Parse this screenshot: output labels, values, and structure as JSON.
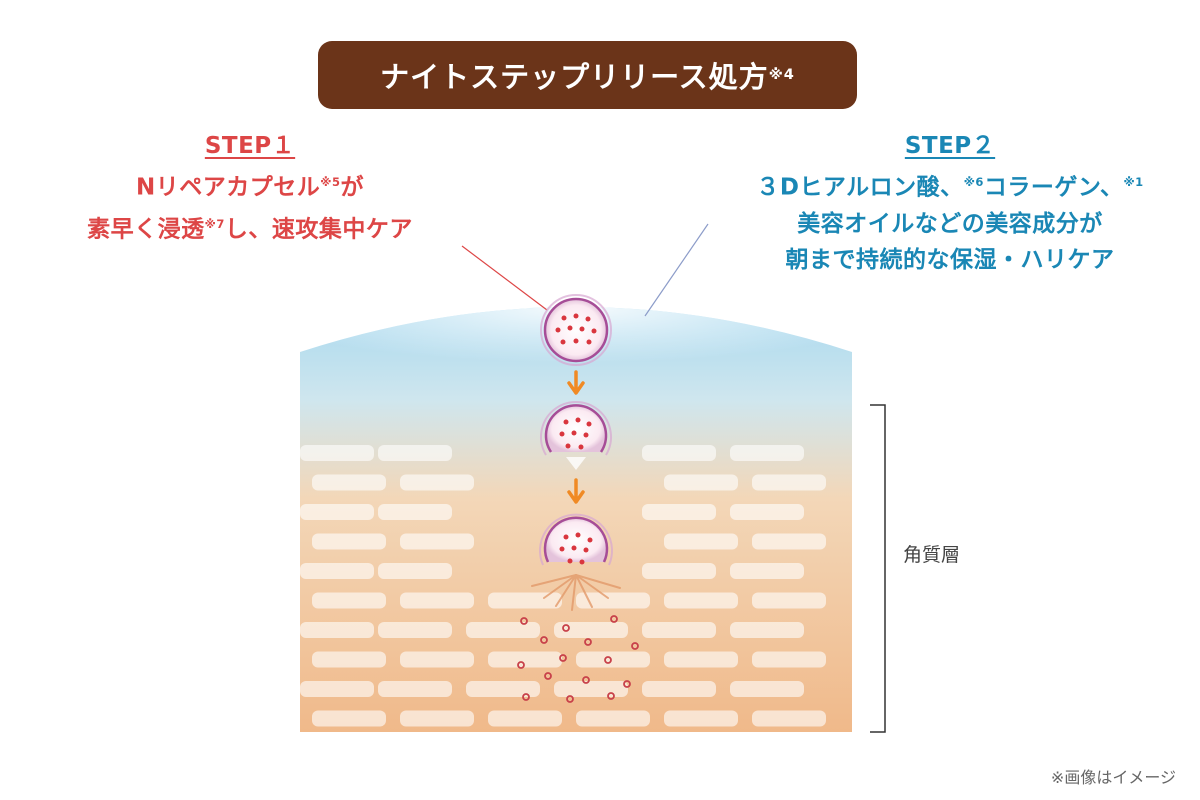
{
  "title": {
    "text": "ナイトステップリリース処方",
    "note_mark": "※4"
  },
  "step1": {
    "heading": "STEP１",
    "line1_a": "Nリペアカプセル",
    "line1_mark": "※5",
    "line1_b": "が",
    "line2_a": "素早く浸透",
    "line2_mark": "※7",
    "line2_b": "し、速攻集中ケア"
  },
  "step2": {
    "heading": "STEP２",
    "line1_a": "３Dヒアルロン酸、",
    "line1_mark": "※6",
    "line1_b": "コラーゲン、",
    "line1_mark2": "※1",
    "line2": "美容オイルなどの美容成分が",
    "line3": "朝まで持続的な保湿・ハリケア"
  },
  "stratum_label": "角質層",
  "image_note": "※画像はイメージ",
  "colors": {
    "title_bg": "#6b3419",
    "step1": "#dd4646",
    "step2": "#1a87b5",
    "arrow": "#f08a24",
    "capsule_dot": "#d9363e"
  }
}
